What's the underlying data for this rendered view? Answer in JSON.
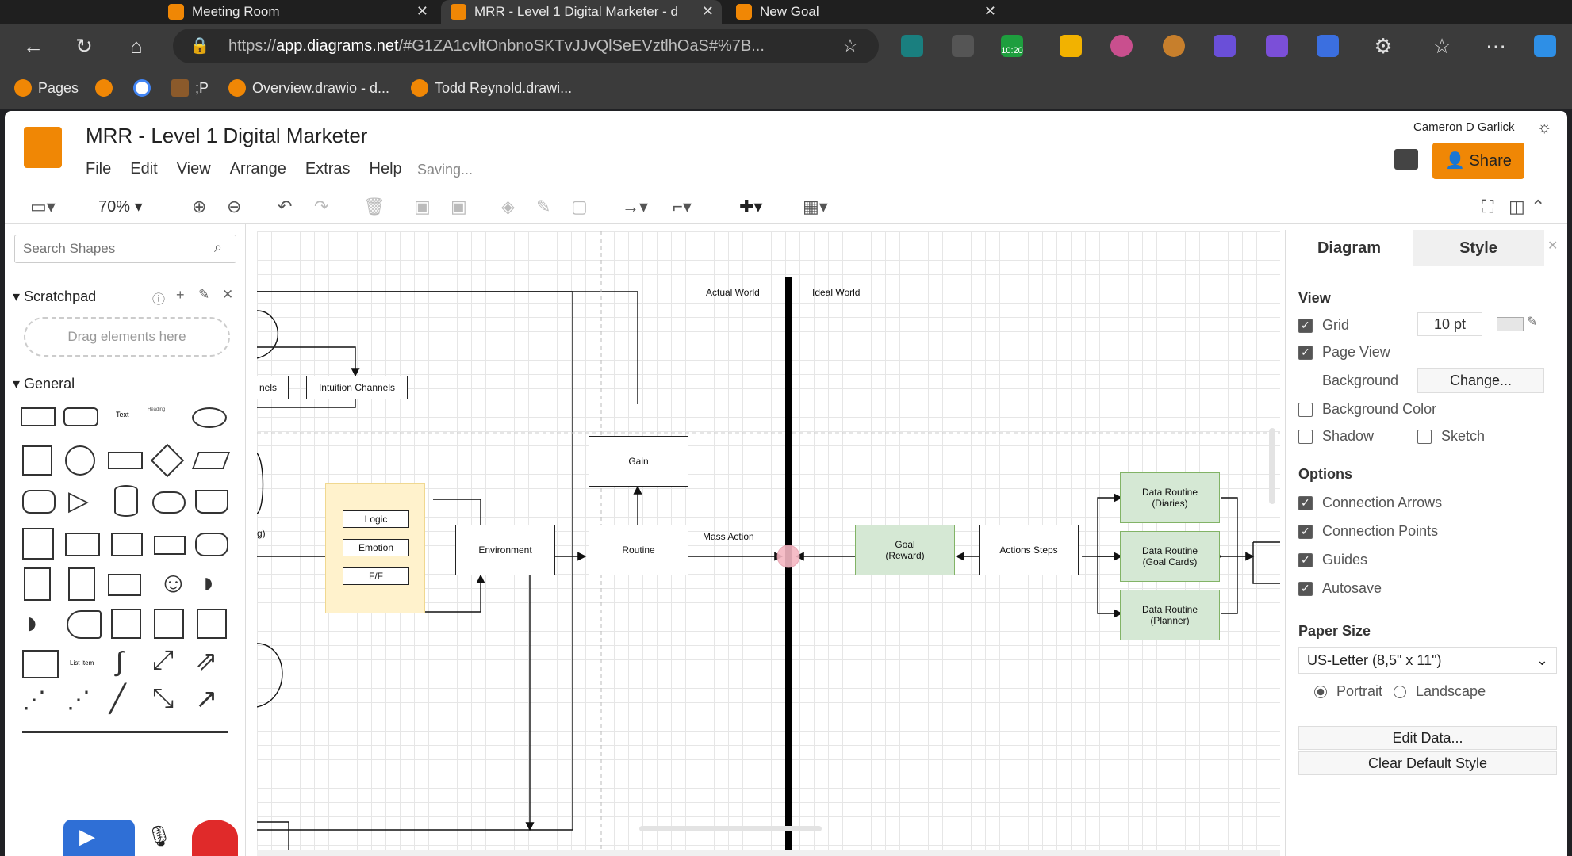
{
  "browser": {
    "tabs": [
      {
        "title": "Meeting Room"
      },
      {
        "title": "MRR - Level 1 Digital Marketer - d"
      },
      {
        "title": "New Goal"
      }
    ],
    "url_prefix": "https://",
    "url_domain": "app.diagrams.net",
    "url_rest": "/#G1ZA1cvltOnbnoSKTvJJvQlSeEVztlhOaS#%7B...",
    "ext_badge": "10:20",
    "bookmarks": [
      "Pages",
      ";P",
      "Overview.drawio - d...",
      "Todd Reynold.drawi..."
    ]
  },
  "app": {
    "title": "MRR - Level 1 Digital Marketer",
    "menu": [
      "File",
      "Edit",
      "View",
      "Arrange",
      "Extras",
      "Help"
    ],
    "status": "Saving...",
    "user": "Cameron D Garlick",
    "share_label": "Share",
    "zoom": "70%",
    "accent": "#f08705"
  },
  "left_panel": {
    "search_placeholder": "Search Shapes",
    "scratchpad": "Scratchpad",
    "drag_hint": "Drag elements here",
    "general": "General",
    "shape_text_label": "Text",
    "shape_heading_label": "Heading",
    "shape_list_label": "List Item"
  },
  "diagram": {
    "labels": {
      "actual_world": "Actual World",
      "ideal_world": "Ideal World",
      "mass_action": "Mass Action",
      "channels_partial": "nels",
      "g_partial": "g)"
    },
    "nodes": {
      "intuition": "Intuition Channels",
      "gain": "Gain",
      "logic": "Logic",
      "emotion": "Emotion",
      "ff": "F/F",
      "environment": "Environment",
      "routine": "Routine",
      "goal": "Goal\n(Reward)",
      "action_steps": "Actions Steps",
      "dr_diaries": "Data Routine\n(Diaries)",
      "dr_goalcards": "Data Routine\n(Goal Cards)",
      "dr_planner": "Data Routine\n(Planner)"
    }
  },
  "right_panel": {
    "tab_diagram": "Diagram",
    "tab_style": "Style",
    "view_title": "View",
    "grid": "Grid",
    "grid_size": "10 pt",
    "page_view": "Page View",
    "background": "Background",
    "change": "Change...",
    "bg_color": "Background Color",
    "shadow": "Shadow",
    "sketch": "Sketch",
    "options_title": "Options",
    "conn_arrows": "Connection Arrows",
    "conn_points": "Connection Points",
    "guides": "Guides",
    "autosave": "Autosave",
    "paper_title": "Paper Size",
    "paper_value": "US-Letter (8,5\" x 11\")",
    "portrait": "Portrait",
    "landscape": "Landscape",
    "edit_data": "Edit Data...",
    "clear_style": "Clear Default Style"
  }
}
